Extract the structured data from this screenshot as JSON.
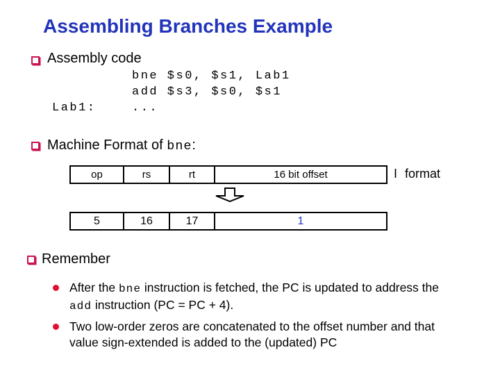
{
  "slide": {
    "title": "Assembling Branches Example"
  },
  "colors": {
    "title_blue": "#2233BB",
    "bullet_red": "#C9134E",
    "sub_bullet_red": "#E01030",
    "offset_value_blue": "#2233BB"
  },
  "assembly": {
    "heading": "Assembly code",
    "code_line1": "bne $s0, $s1, Lab1",
    "code_line2": "add $s3, $s0, $s1",
    "code_label": "Lab1:",
    "code_line3": "..."
  },
  "machine_format": {
    "heading_prefix": "Machine Format of ",
    "heading_code": "bne",
    "heading_suffix": ":",
    "format_label_i": "I",
    "format_label_word": "format",
    "down_arrow_icon": "hollow-down-arrow",
    "headers": [
      "op",
      "rs",
      "rt",
      "16 bit offset"
    ],
    "values": [
      "5",
      "16",
      "17",
      "1"
    ]
  },
  "remember": {
    "heading": "Remember",
    "item1": {
      "line1_pre": "After the ",
      "line1_code": "bne",
      "line1_post": " instruction is fetched, the PC is updated to address the",
      "line2_code": "add",
      "line2_post": " instruction (PC = PC + 4)."
    },
    "item2": {
      "line1": "Two low-order zeros are concatenated to the offset number and that",
      "line2": "value sign-extended is added to the (updated) PC"
    }
  }
}
